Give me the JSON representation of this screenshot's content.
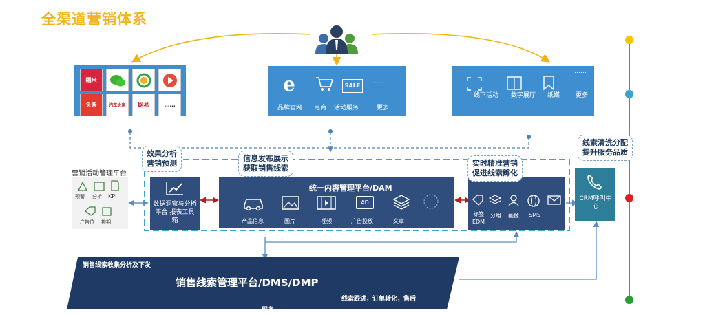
{
  "title": "全渠道营销体系",
  "channels": {
    "media_apps": [
      "糯米",
      "微信",
      "",
      "",
      "头条",
      "汽车之家",
      "网易",
      "……"
    ],
    "official": {
      "items": [
        "品牌官网",
        "电商",
        "活动服务",
        "更多"
      ],
      "sale_badge": "SALE",
      "dots": "……"
    },
    "offline": {
      "items": [
        "线下活动",
        "数字展厅",
        "纸媒",
        "更多"
      ],
      "dots": "……"
    }
  },
  "marketing_platform": {
    "title": "营销活动管理平台",
    "items": [
      "预警",
      "分析",
      "KPI",
      "广告位",
      "排期"
    ]
  },
  "callouts": {
    "analysis": [
      "效果分析",
      "营销预测"
    ],
    "info": [
      "信息发布展示",
      "获取销售线索"
    ],
    "realtime": [
      "实时精准营销",
      "促进线索孵化"
    ],
    "crm": [
      "线索清洗分配",
      "提升服务品质"
    ]
  },
  "data_box": {
    "label": "数据洞察与分析平台 报表工具箱"
  },
  "dam": {
    "title": "统一内容管理平台/DAM",
    "items": [
      "产品信息",
      "图片",
      "视频",
      "广告投放",
      "文章"
    ],
    "ad_icon": "AD"
  },
  "precision": {
    "items": [
      "标签EDM",
      "分组",
      "画像",
      "SMS"
    ]
  },
  "crm": {
    "label": "CRM呼叫中心"
  },
  "dms": {
    "top_label": "销售线索收集分析及下发",
    "title": "销售线索管理平台/DMS/DMP",
    "bottom_label": "线索跟进，订单转化，售后",
    "cut_label": "服务"
  },
  "timeline_colors": [
    "#f5c400",
    "#3ba3c9",
    "#d9202a",
    "#2a9d3a"
  ],
  "icons": [
    "users-icon",
    "ie-icon",
    "cart-icon",
    "sale-icon",
    "qr-icon",
    "book-icon",
    "bookmark-icon",
    "chart-icon",
    "car-icon",
    "picture-icon",
    "film-icon",
    "ad-icon",
    "layers-icon",
    "tag-icon",
    "user-icon",
    "globe-icon",
    "mail-icon",
    "phone-icon"
  ]
}
